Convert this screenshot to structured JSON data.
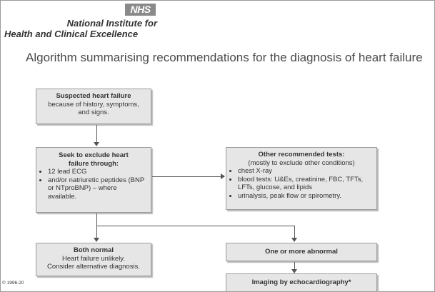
{
  "header": {
    "logo_text": "NHS",
    "org_line1": "National Institute for",
    "org_line2": "Health and Clinical Excellence",
    "title": "Algorithm summarising recommendations for the diagnosis of heart failure"
  },
  "boxes": {
    "suspected": {
      "heading": "Suspected heart failure",
      "body": "because of history, symptoms, and signs."
    },
    "exclude": {
      "heading": "Seek to exclude heart failure through:",
      "items": [
        "12 lead ECG",
        "and/or natriuretic peptides (BNP or NTproBNP) – where available."
      ]
    },
    "other_tests": {
      "heading": "Other recommended tests:",
      "subheading": "(mostly to exclude other conditions)",
      "items": [
        "chest X-ray",
        "blood tests: U&Es, creatinine, FBC, TFTs, LFTs, glucose, and lipids",
        "urinalysis, peak flow or spirometry."
      ]
    },
    "both_normal": {
      "heading": "Both normal",
      "line1": "Heart failure unlikely.",
      "line2": "Consider alternative diagnosis."
    },
    "abnormal": {
      "text": "One or more abnormal"
    },
    "imaging": {
      "text": "Imaging by echocardiography*"
    }
  },
  "footer": {
    "copyright": "© 1996-20"
  }
}
